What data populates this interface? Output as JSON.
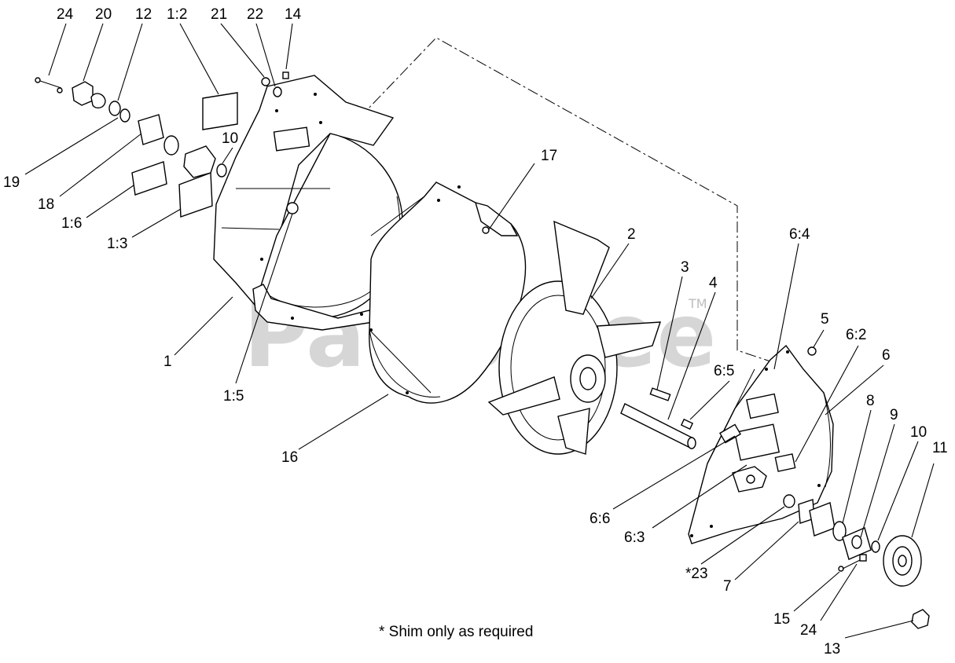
{
  "watermark": {
    "text": "PartsTree",
    "tm": "TM"
  },
  "footnote": "* Shim only as required",
  "callouts": {
    "c24a": "24",
    "c20": "20",
    "c12": "12",
    "c1_2": "1:2",
    "c21": "21",
    "c22": "22",
    "c14": "14",
    "c10a": "10",
    "c19": "19",
    "c18": "18",
    "c1_6": "1:6",
    "c1_3": "1:3",
    "c17": "17",
    "c2": "2",
    "c3": "3",
    "c4": "4",
    "c1": "1",
    "c1_5": "1:5",
    "c16": "16",
    "c6_4": "6:4",
    "c5": "5",
    "c6_2": "6:2",
    "c6": "6",
    "c6_5": "6:5",
    "c8": "8",
    "c9": "9",
    "c10b": "10",
    "c11": "11",
    "c6_6": "6:6",
    "c6_3": "6:3",
    "c23": "*23",
    "c7": "7",
    "c15": "15",
    "c24b": "24",
    "c13": "13"
  }
}
